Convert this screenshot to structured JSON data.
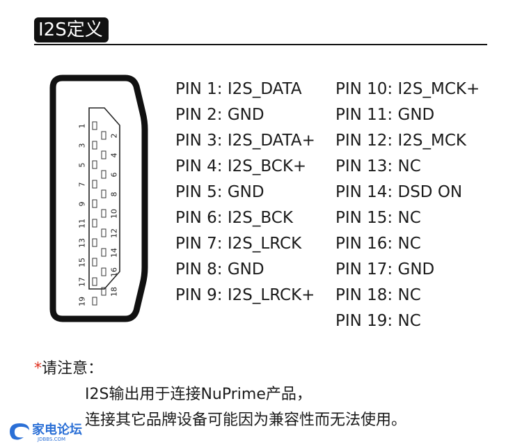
{
  "header": {
    "title": "I2S定义"
  },
  "connector": {
    "odd_pins": [
      "1",
      "3",
      "5",
      "7",
      "9",
      "11",
      "13",
      "15",
      "17",
      "19"
    ],
    "even_pins": [
      "2",
      "4",
      "6",
      "8",
      "10",
      "12",
      "14",
      "16",
      "18"
    ]
  },
  "pinout": {
    "left_column": [
      "PIN 1: I2S_DATA",
      "PIN 2: GND",
      "PIN 3: I2S_DATA+",
      "PIN 4: I2S_BCK+",
      "PIN 5: GND",
      "PIN 6: I2S_BCK",
      "PIN 7: I2S_LRCK",
      "PIN 8: GND",
      "PIN 9: I2S_LRCK+"
    ],
    "right_column": [
      "PIN 10: I2S_MCK+",
      "PIN 11: GND",
      "PIN 12: I2S_MCK",
      "PIN 13: NC",
      "PIN 14: DSD ON",
      "PIN 15: NC",
      "PIN 16: NC",
      "PIN 17: GND",
      "PIN 18: NC",
      "PIN 19: NC"
    ]
  },
  "notes": {
    "star": "*",
    "title": "请注意：",
    "line1": "I2S输出用于连接NuPrime产品，",
    "line2": "连接其它品牌设备可能因为兼容性而无法使用。"
  },
  "watermark": {
    "logo_text": "家电论坛",
    "logo_sub": "JDBBS.COM",
    "accent": "#2a6fd6"
  },
  "colors": {
    "header_bg": "#111111",
    "star": "#e0301e"
  }
}
